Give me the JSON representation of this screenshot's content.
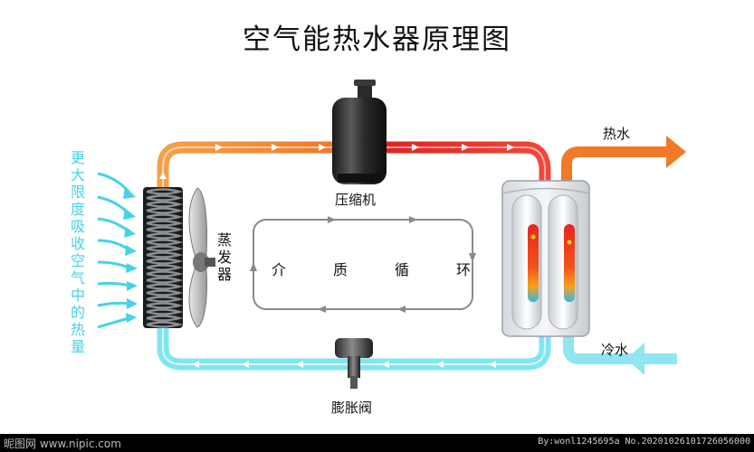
{
  "title": "空气能热水器原理图",
  "labels": {
    "compressor": "压缩机",
    "evaporator": "蒸发器",
    "expansion_valve": "膨胀阀",
    "hot_water": "热水",
    "cold_water": "冷水"
  },
  "side_text": "更大限度吸收空气中的热量",
  "cycle_text": [
    "介",
    "质",
    "循",
    "环"
  ],
  "watermark": {
    "left": "昵图网 www.nipic.com",
    "right": "By:wonl1245695a No.20201026101726056000"
  },
  "colors": {
    "hot_pipe": "#e8322b",
    "warm_pipe": "#f08a2c",
    "cold_pipe": "#7fe6f2",
    "side_text": "#46d2e8",
    "hot_arrow": "#f07a28",
    "cold_arrow": "#8fe6f2"
  },
  "icons": [
    "compressor-icon",
    "evaporator-coil-icon",
    "fan-icon",
    "expansion-valve-icon",
    "water-tank-icon"
  ]
}
